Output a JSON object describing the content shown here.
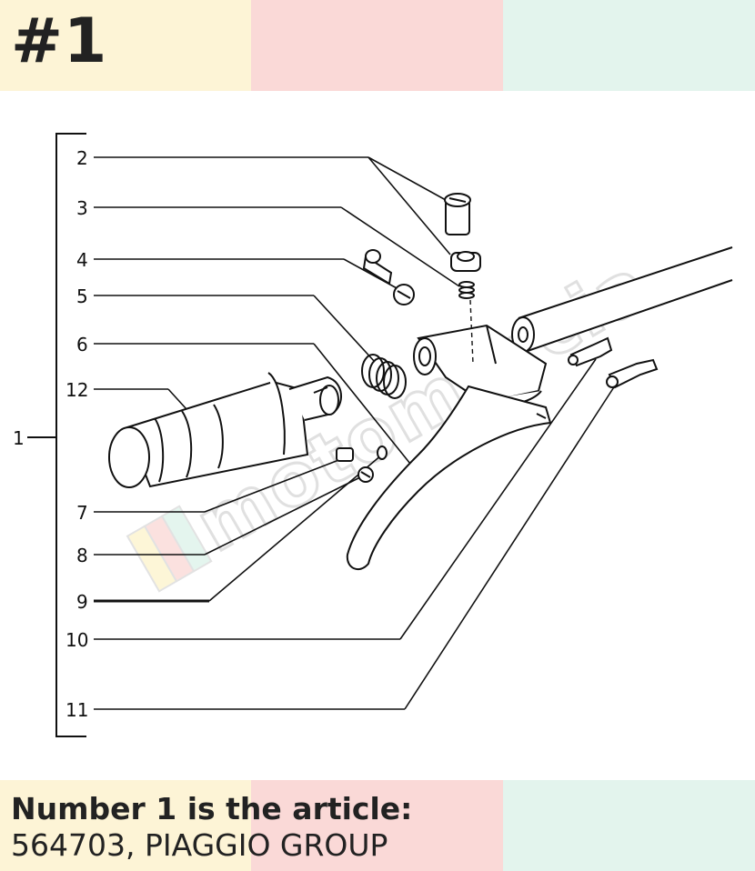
{
  "header": {
    "number": "#1"
  },
  "colors": {
    "band_yellow": "#fdf4d6",
    "band_pink": "#fad9d7",
    "band_mint": "#e3f4ed",
    "ink": "#111111"
  },
  "watermark": {
    "text": "motomercia"
  },
  "diagram": {
    "bracket_label": "1",
    "callouts": [
      "2",
      "3",
      "4",
      "5",
      "6",
      "12",
      "7",
      "8",
      "9",
      "10",
      "11"
    ]
  },
  "caption": {
    "title": "Number 1 is the article:",
    "article": "564703, PIAGGIO GROUP"
  }
}
